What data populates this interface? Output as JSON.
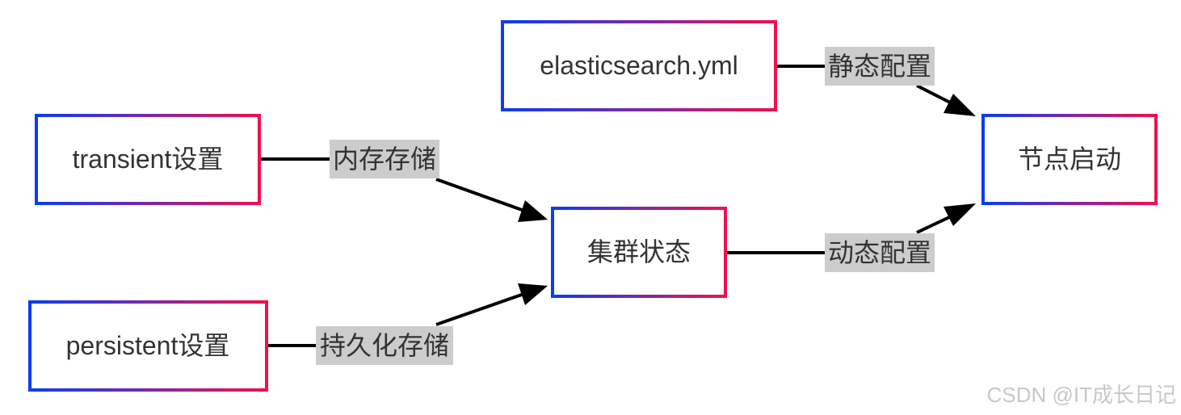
{
  "nodes": {
    "elasticsearch_yml": "elasticsearch.yml",
    "transient": "transient设置",
    "persistent": "persistent设置",
    "cluster_state": "集群状态",
    "node_startup": "节点启动"
  },
  "edges": {
    "static_config": "静态配置",
    "memory_storage": "内存存储",
    "persistent_storage": "持久化存储",
    "dynamic_config": "动态配置"
  },
  "colors": {
    "gradient_start": "#0a3df0",
    "gradient_end": "#f0104a",
    "edge_label_bg": "#cccccc",
    "line": "#000000"
  },
  "watermark": "CSDN @IT成长日记"
}
